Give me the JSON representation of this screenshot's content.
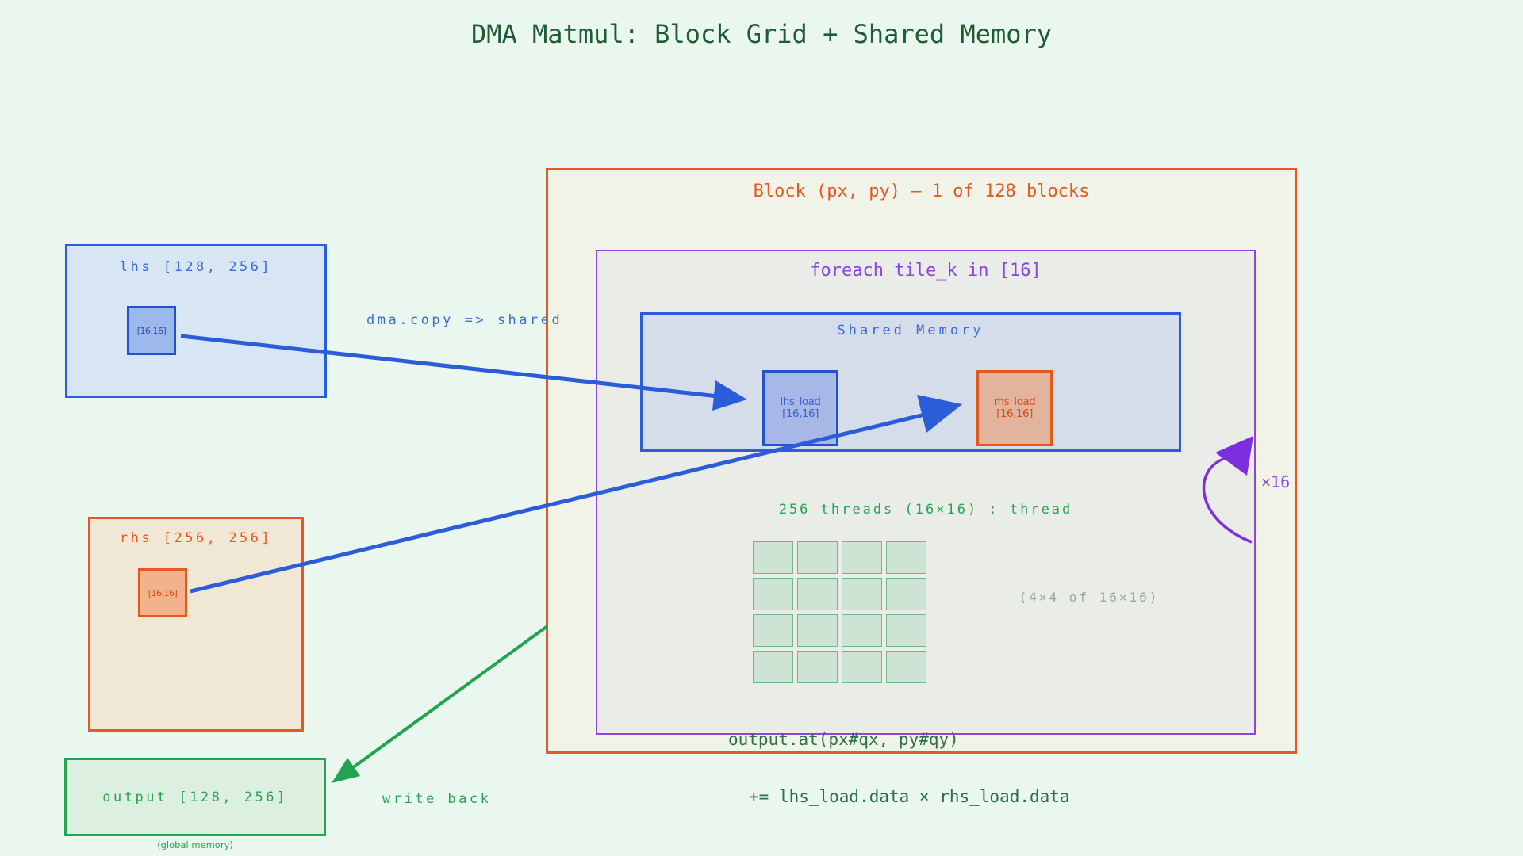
{
  "title": "DMA Matmul: Block Grid + Shared Memory",
  "global_tensors": {
    "lhs": {
      "label": "lhs [128, 256]",
      "tile_label": "[16,16]"
    },
    "rhs": {
      "label": "rhs [256, 256]",
      "tile_label": "[16,16]"
    },
    "output": {
      "label": "output [128, 256]",
      "note": "(global memory)"
    }
  },
  "block": {
    "title": "Block (px, py) — 1 of 128 blocks",
    "loop": {
      "title": "foreach tile_k in [16]",
      "count_label": "×16"
    },
    "shared": {
      "title": "Shared Memory",
      "lhs_load": {
        "name": "lhs_load",
        "dims": "[16,16]"
      },
      "rhs_load": {
        "name": "rhs_load",
        "dims": "[16,16]"
      }
    },
    "threads": {
      "label": "256 threads (16×16) : thread",
      "note": "(4×4 of 16×16)",
      "grid": {
        "rows": 4,
        "cols": 4
      }
    },
    "compute": {
      "line1": "output.at(px#qx, py#qy)",
      "line2": "+= lhs_load.data × rhs_load.data"
    }
  },
  "edges": {
    "dma_copy": "dma.copy => shared",
    "write_back": "write back"
  },
  "colors": {
    "background": "#e9f7ee",
    "blue": "#2b5cd9",
    "orange": "#e8571d",
    "green": "#27a452",
    "purple": "#8a45e0",
    "dark_green": "#1f5c34"
  }
}
